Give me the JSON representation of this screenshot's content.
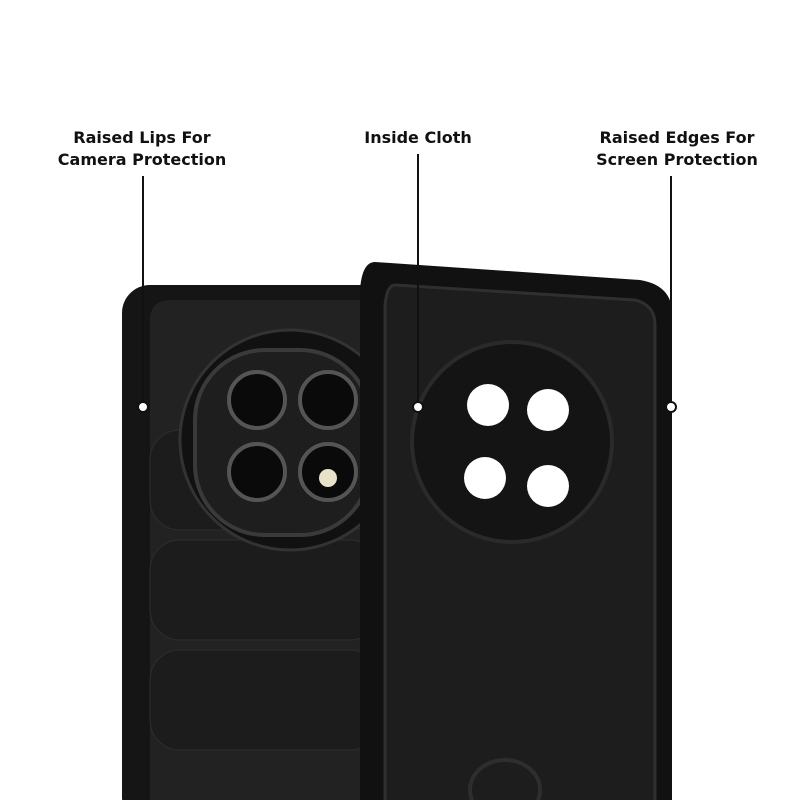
{
  "callouts": [
    {
      "text": "Raised Lips For\nCamera Protection"
    },
    {
      "text": "Inside Cloth"
    },
    {
      "text": "Raised Edges For\nScreen Protection"
    }
  ],
  "colors": {
    "case": "#1a1a1a",
    "background": "#ffffff"
  }
}
